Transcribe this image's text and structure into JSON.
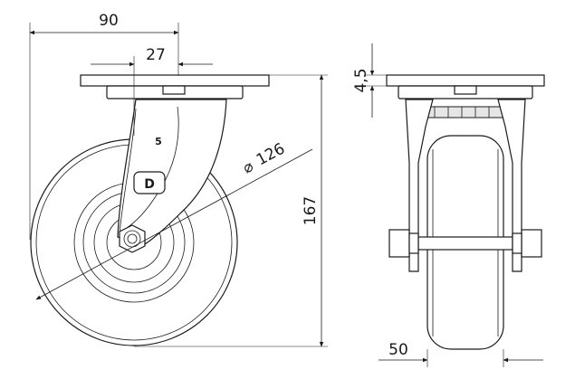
{
  "dimensions": {
    "overall_width": "90",
    "mount_offset": "27",
    "wheel_diameter": "126",
    "diameter_symbol": "⌀",
    "total_height": "167",
    "plate_thickness": "4,5",
    "wheel_width": "50"
  },
  "markings": {
    "swivel_mark": "5",
    "logo_letter": "D"
  }
}
